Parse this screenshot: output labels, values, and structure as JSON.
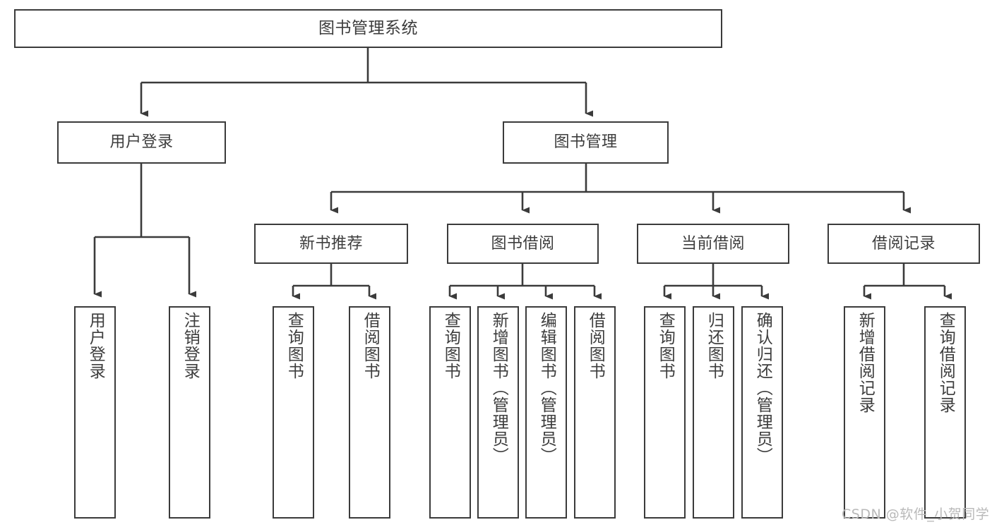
{
  "diagram": {
    "title": "图书管理系统",
    "type": "tree-hierarchy",
    "colors": {
      "box_border": "#3b3b3b",
      "box_fill": "#ffffff",
      "connector": "#3b3b3b",
      "text": "#3d3d3d",
      "watermark": "#b9b9b9",
      "background": "#ffffff"
    }
  },
  "nodes": {
    "root": {
      "label": "图书管理系统"
    },
    "level1": [
      {
        "label": "用户登录"
      },
      {
        "label": "图书管理"
      }
    ],
    "level2": [
      {
        "label": "新书推荐"
      },
      {
        "label": "图书借阅"
      },
      {
        "label": "当前借阅"
      },
      {
        "label": "借阅记录"
      }
    ],
    "leaves": {
      "user_login": [
        {
          "label": "用户登录"
        },
        {
          "label": "注销登录"
        }
      ],
      "new_book_recommend": [
        {
          "label": "查询图书"
        },
        {
          "label": "借阅图书"
        }
      ],
      "book_borrow": [
        {
          "label": "查询图书"
        },
        {
          "label": "新增图书（管理员）"
        },
        {
          "label": "编辑图书（管理员）"
        },
        {
          "label": "借阅图书"
        }
      ],
      "current_borrow": [
        {
          "label": "查询图书"
        },
        {
          "label": "归还图书"
        },
        {
          "label": "确认归还（管理员）"
        }
      ],
      "borrow_record": [
        {
          "label": "新增借阅记录"
        },
        {
          "label": "查询借阅记录"
        }
      ]
    }
  },
  "watermark": {
    "text": "CSDN @软件_小贺同学"
  }
}
